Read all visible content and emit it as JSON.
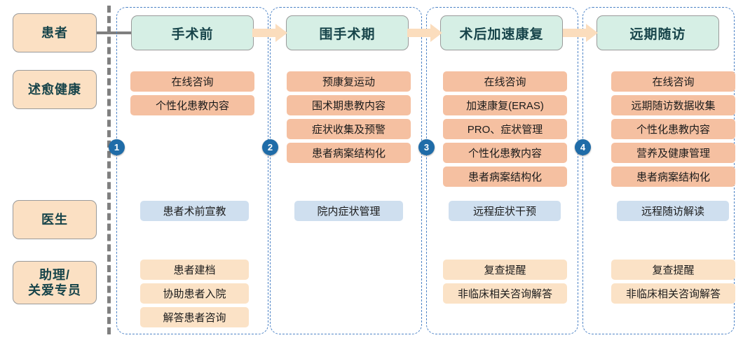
{
  "roles": [
    {
      "name": "patient",
      "label": "患者"
    },
    {
      "name": "platform",
      "label": "述愈健康"
    },
    {
      "name": "doctor",
      "label": "医生"
    },
    {
      "name": "assistant",
      "label": "助理/\n关爱专员"
    }
  ],
  "phases": [
    {
      "step": "1",
      "title": "手术前",
      "platform_items": [
        "在线咨询",
        "个性化患教内容"
      ],
      "doctor_items": [
        "患者术前宣教"
      ],
      "assistant_items": [
        "患者建档",
        "协助患者入院",
        "解答患者咨询"
      ]
    },
    {
      "step": "2",
      "title": "围手术期",
      "platform_items": [
        "预康复运动",
        "围术期患教内容",
        "症状收集及预警",
        "患者病案结构化"
      ],
      "doctor_items": [
        "院内症状管理"
      ],
      "assistant_items": []
    },
    {
      "step": "3",
      "title": "术后加速康复",
      "platform_items": [
        "在线咨询",
        "加速康复(ERAS)",
        "PRO、症状管理",
        "个性化患教内容",
        "患者病案结构化"
      ],
      "doctor_items": [
        "远程症状干预"
      ],
      "assistant_items": [
        "复查提醒",
        "非临床相关咨询解答"
      ]
    },
    {
      "step": "4",
      "title": "远期随访",
      "platform_items": [
        "在线咨询",
        "远期随访数据收集",
        "个性化患教内容",
        "营养及健康管理",
        "患者病案结构化"
      ],
      "doctor_items": [
        "远程随访解读"
      ],
      "assistant_items": [
        "复查提醒",
        "非临床相关咨询解答"
      ]
    }
  ],
  "colors": {
    "role_label_bg": "#FBE0C3",
    "phase_head_bg": "#D6EFE5",
    "platform_chip_bg": "#F5C0A1",
    "doctor_chip_bg": "#CFDFEF",
    "assistant_chip_bg": "#FBE2C6",
    "column_border": "#4D83C6",
    "separator": "#7F7F7F",
    "step_circle": "#1F6CA8",
    "arrow": "#FBDDBD",
    "text": "#17444A"
  },
  "icons": {
    "arrow": "right-arrow-icon",
    "separator": "vertical-dashed-divider-icon"
  }
}
